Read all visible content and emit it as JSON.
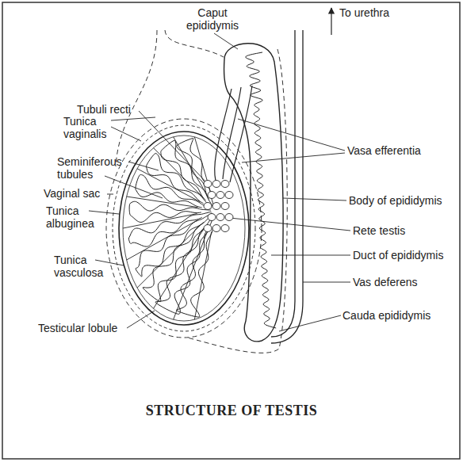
{
  "diagram": {
    "title": "STRUCTURE OF TESTIS",
    "labels": [
      "Caput epididymis",
      "To urethra",
      "Tubuli recti",
      "Tunica vaginalis",
      "Vasa efferentia",
      "Seminiferous tubules",
      "Body of epididymis",
      "Vaginal sac",
      "Tunica albuginea",
      "Rete testis",
      "Duct of epididymis",
      "Tunica vasculosa",
      "Vas deferens",
      "Cauda epididymis",
      "Testicular lobule"
    ]
  }
}
